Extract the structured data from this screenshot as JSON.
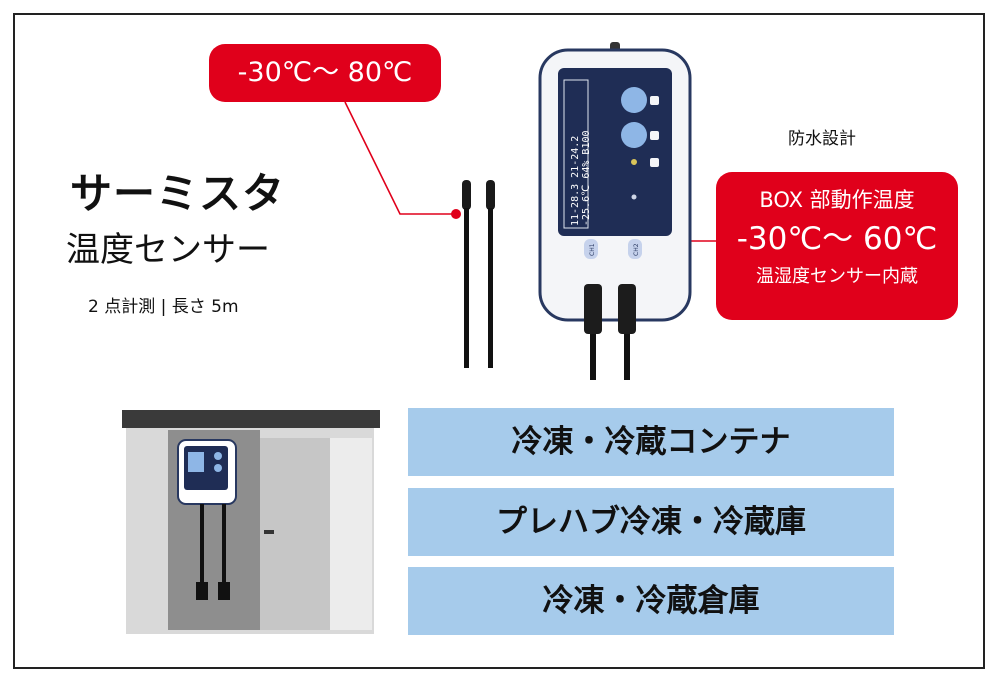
{
  "temp_range_badge": "-30℃～ 80℃",
  "title": "サーミスタ",
  "subtitle": "温度センサー",
  "spec": "2 点計測 | 長さ 5m",
  "waterproof": "防水設計",
  "box_badge": {
    "line1": "BOX 部動作温度",
    "line2": "-30℃～ 60℃",
    "line3": "温湿度センサー内蔵"
  },
  "device_display": {
    "line1": "11-28.3 21-24.2",
    "line2": "-25.6℃ 64% B100"
  },
  "device_port_labels": [
    "CH1",
    "CH2"
  ],
  "use_cases": [
    "冷凍・冷蔵コンテナ",
    "プレハブ冷凍・冷蔵庫",
    "冷凍・冷蔵倉庫"
  ],
  "colors": {
    "badge_red": "#e0001b",
    "use_case_blue": "#a6cbeb",
    "device_panel_navy": "#1f2d55"
  },
  "icons": [
    "thermistor-probe-icon",
    "controller-device-icon",
    "storage-container-icon"
  ]
}
